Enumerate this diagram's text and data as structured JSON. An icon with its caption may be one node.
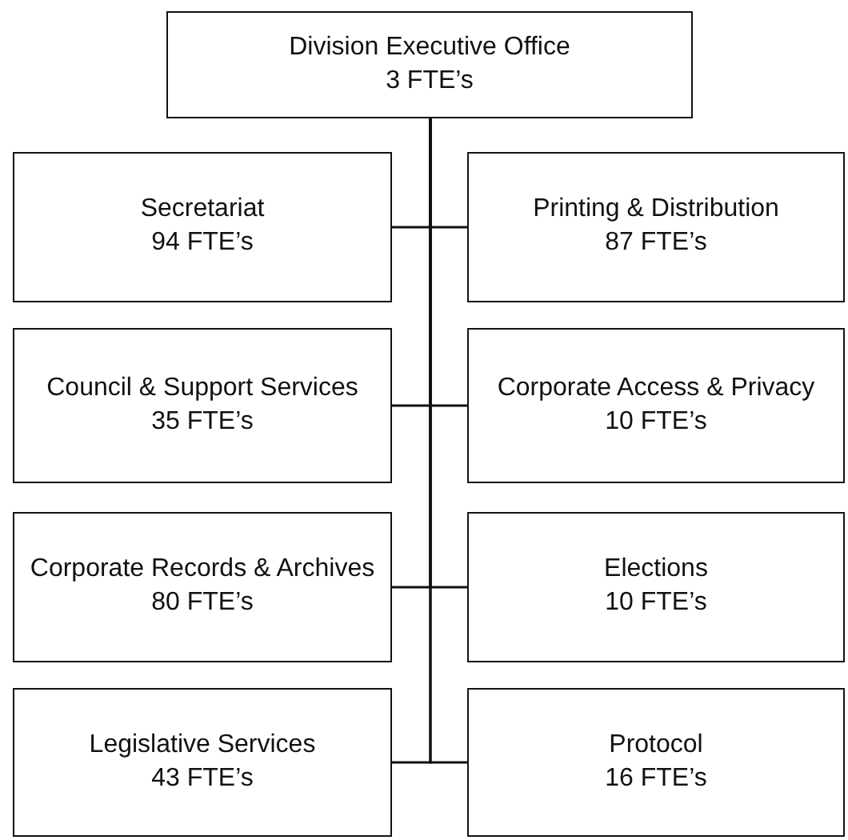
{
  "diagram": {
    "nodes": [
      {
        "text": [
          "Division Executive Office",
          "3 FTE’s"
        ]
      },
      {
        "text": [
          "Secretariat",
          "94 FTE’s"
        ]
      },
      {
        "text": [
          "Printing & Distribution",
          "87 FTE’s"
        ]
      },
      {
        "text": [
          "Council & Support Services",
          "35 FTE’s"
        ]
      },
      {
        "text": [
          "Corporate Access & Privacy",
          "10 FTE’s"
        ]
      },
      {
        "text": [
          "Corporate Records & Archives",
          "80 FTE’s"
        ]
      },
      {
        "text": [
          "Elections",
          "10 FTE’s"
        ]
      },
      {
        "text": [
          "Legislative Services",
          "43 FTE’s"
        ]
      },
      {
        "text": [
          "Protocol",
          "16 FTE’s"
        ]
      }
    ],
    "edges": [
      {
        "from": 0,
        "to": 1,
        "arrow": "none"
      },
      {
        "from": 0,
        "to": 2,
        "arrow": "none"
      },
      {
        "from": 0,
        "to": 3,
        "arrow": "none"
      },
      {
        "from": 0,
        "to": 4,
        "arrow": "none"
      },
      {
        "from": 0,
        "to": 5,
        "arrow": "none"
      },
      {
        "from": 0,
        "to": 6,
        "arrow": "none"
      },
      {
        "from": 0,
        "to": 7,
        "arrow": "none"
      },
      {
        "from": 0,
        "to": 8,
        "arrow": "none"
      }
    ]
  }
}
